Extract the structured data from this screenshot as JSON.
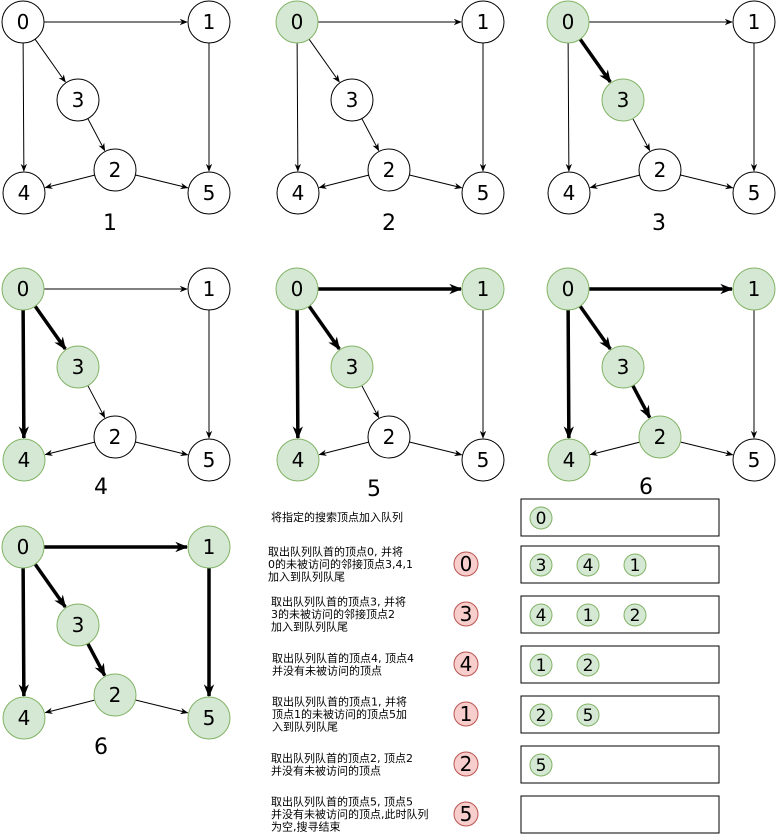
{
  "colors": {
    "visited_fill": "#d5e8d4",
    "visited_stroke": "#82b366",
    "unvisited_fill": "#ffffff",
    "unvisited_stroke": "#000000",
    "dequeued_fill": "#f8cecc",
    "dequeued_stroke": "#b85450",
    "edge": "#000000"
  },
  "graph": {
    "nodes": [
      "0",
      "1",
      "2",
      "3",
      "4",
      "5"
    ],
    "edges": [
      [
        "0",
        "1"
      ],
      [
        "0",
        "3"
      ],
      [
        "0",
        "4"
      ],
      [
        "3",
        "2"
      ],
      [
        "1",
        "5"
      ],
      [
        "2",
        "4"
      ],
      [
        "2",
        "5"
      ]
    ]
  },
  "panels": [
    {
      "caption": "1",
      "visited": [],
      "bold_edges": []
    },
    {
      "caption": "2",
      "visited": [
        "0"
      ],
      "bold_edges": []
    },
    {
      "caption": "3",
      "visited": [
        "0",
        "3"
      ],
      "bold_edges": [
        [
          "0",
          "3"
        ]
      ]
    },
    {
      "caption": "4",
      "visited": [
        "0",
        "3",
        "4"
      ],
      "bold_edges": [
        [
          "0",
          "3"
        ],
        [
          "0",
          "4"
        ]
      ]
    },
    {
      "caption": "5",
      "visited": [
        "0",
        "1",
        "3",
        "4"
      ],
      "bold_edges": [
        [
          "0",
          "3"
        ],
        [
          "0",
          "4"
        ],
        [
          "0",
          "1"
        ]
      ]
    },
    {
      "caption": "6",
      "visited": [
        "0",
        "1",
        "2",
        "3",
        "4"
      ],
      "bold_edges": [
        [
          "0",
          "3"
        ],
        [
          "0",
          "4"
        ],
        [
          "0",
          "1"
        ],
        [
          "3",
          "2"
        ]
      ]
    },
    {
      "caption": "6",
      "visited": [
        "0",
        "1",
        "2",
        "3",
        "4",
        "5"
      ],
      "bold_edges": [
        [
          "0",
          "3"
        ],
        [
          "0",
          "4"
        ],
        [
          "0",
          "1"
        ],
        [
          "3",
          "2"
        ],
        [
          "1",
          "5"
        ]
      ]
    }
  ],
  "steps": [
    {
      "text_lines": [
        "将指定的搜索顶点加入队列"
      ],
      "dequeued": "",
      "queue": [
        "0"
      ]
    },
    {
      "text_lines": [
        "取出队列队首的顶点0, 并将",
        "0的未被访问的邻接顶点3,4,1",
        "加入到队列队尾"
      ],
      "dequeued": "0",
      "queue": [
        "3",
        "4",
        "1"
      ]
    },
    {
      "text_lines": [
        "取出队列队首的顶点3, 并将",
        "3的未被访问的邻接顶点2",
        "加入到队列队尾"
      ],
      "dequeued": "3",
      "queue": [
        "4",
        "1",
        "2"
      ]
    },
    {
      "text_lines": [
        "取出队列队首的顶点4, 顶点4",
        "并没有未被访问的顶点"
      ],
      "dequeued": "4",
      "queue": [
        "1",
        "2"
      ]
    },
    {
      "text_lines": [
        "取出队列队首的顶点1, 并将",
        "顶点1的未被访问的顶点5加",
        "入到队列队尾"
      ],
      "dequeued": "1",
      "queue": [
        "2",
        "5"
      ]
    },
    {
      "text_lines": [
        "取出队列队首的顶点2, 顶点2",
        "并没有未被访问的顶点"
      ],
      "dequeued": "2",
      "queue": [
        "5"
      ]
    },
    {
      "text_lines": [
        "取出队列队首的顶点5, 顶点5",
        "并没有未被访问的顶点,此时队列",
        "为空,搜寻结束"
      ],
      "dequeued": "5",
      "queue": []
    }
  ]
}
